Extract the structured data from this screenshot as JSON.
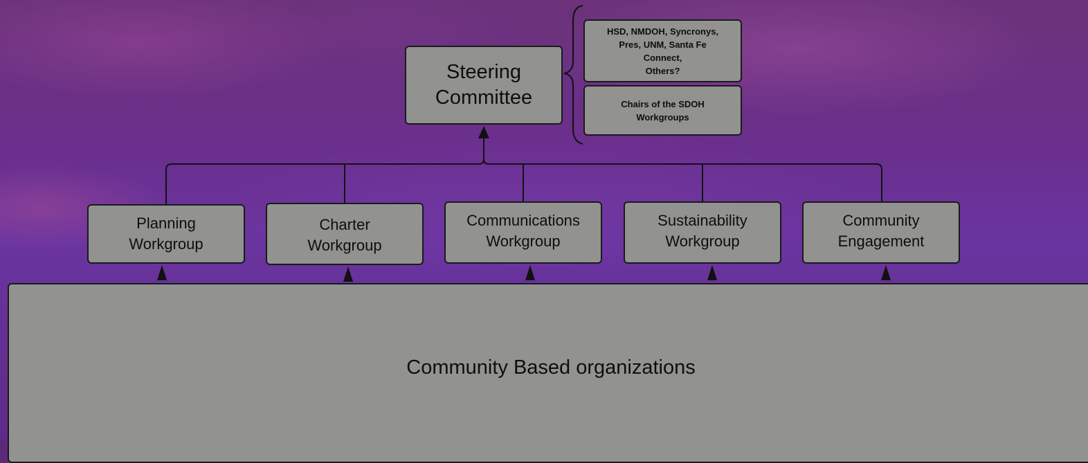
{
  "steering_committee": "Steering\nCommittee",
  "members": {
    "agencies": "HSD, NMDOH, Syncronys,\nPres, UNM, Santa Fe\nConnect,\nOthers?",
    "chairs": "Chairs of the SDOH\nWorkgroups"
  },
  "workgroups": [
    {
      "label": "Planning\nWorkgroup"
    },
    {
      "label": "Charter\nWorkgroup"
    },
    {
      "label": "Communications\nWorkgroup"
    },
    {
      "label": "Sustainability\nWorkgroup"
    },
    {
      "label": "Community\nEngagement"
    }
  ],
  "foundation": "Community Based organizations",
  "colors": {
    "box_fill": "#929290",
    "stroke": "#1a1a1a",
    "background": "#6a2f8e"
  }
}
